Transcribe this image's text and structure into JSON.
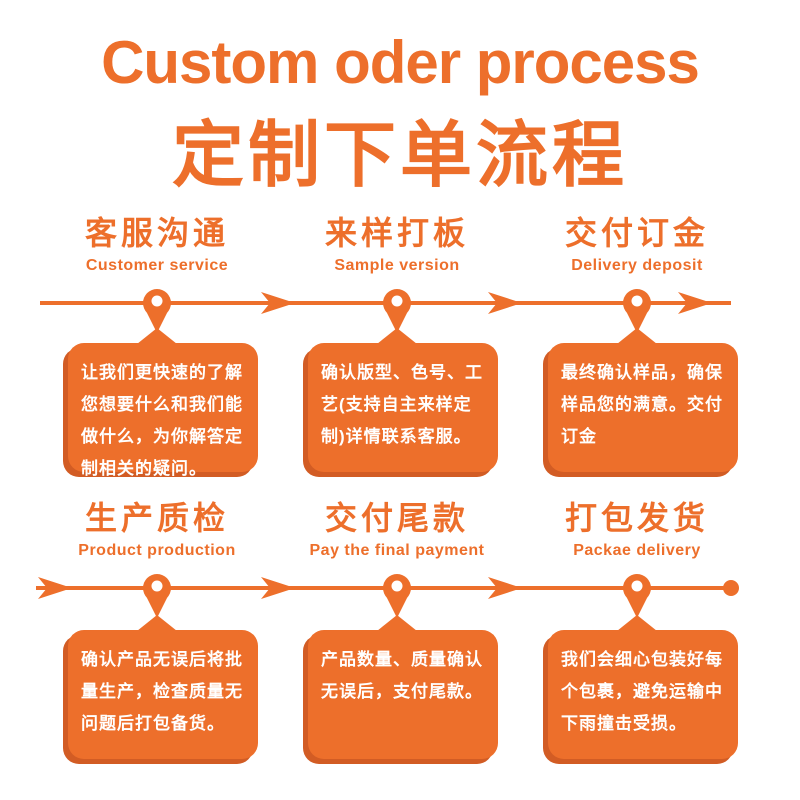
{
  "page": {
    "title_en": "Custom oder process",
    "title_cn": "定制下单流程"
  },
  "colors": {
    "accent": "#ed6f2b",
    "accent_dark": "#d25c24",
    "text_on_accent": "#ffffff",
    "background": "#ffffff"
  },
  "icons": {
    "pin": "location-pin",
    "arrow": "arrow-right",
    "end_dot": "end-dot"
  },
  "steps": [
    {
      "cn": "客服沟通",
      "en": "Customer service",
      "desc": "让我们更快速的了解您想要什么和我们能做什么，为你解答定制相关的疑问。"
    },
    {
      "cn": "来样打板",
      "en": "Sample version",
      "desc": "确认版型、色号、工艺(支持自主来样定制)详情联系客服。"
    },
    {
      "cn": "交付订金",
      "en": "Delivery deposit",
      "desc": "最终确认样品，确保样品您的满意。交付订金"
    },
    {
      "cn": "生产质检",
      "en": "Product production",
      "desc": "确认产品无误后将批量生产，检查质量无问题后打包备货。"
    },
    {
      "cn": "交付尾款",
      "en": "Pay the final payment",
      "desc": "产品数量、质量确认无误后，支付尾款。"
    },
    {
      "cn": "打包发货",
      "en": "Packae delivery",
      "desc": "我们会细心包装好每个包裹，避免运输中下雨撞击受损。"
    }
  ]
}
